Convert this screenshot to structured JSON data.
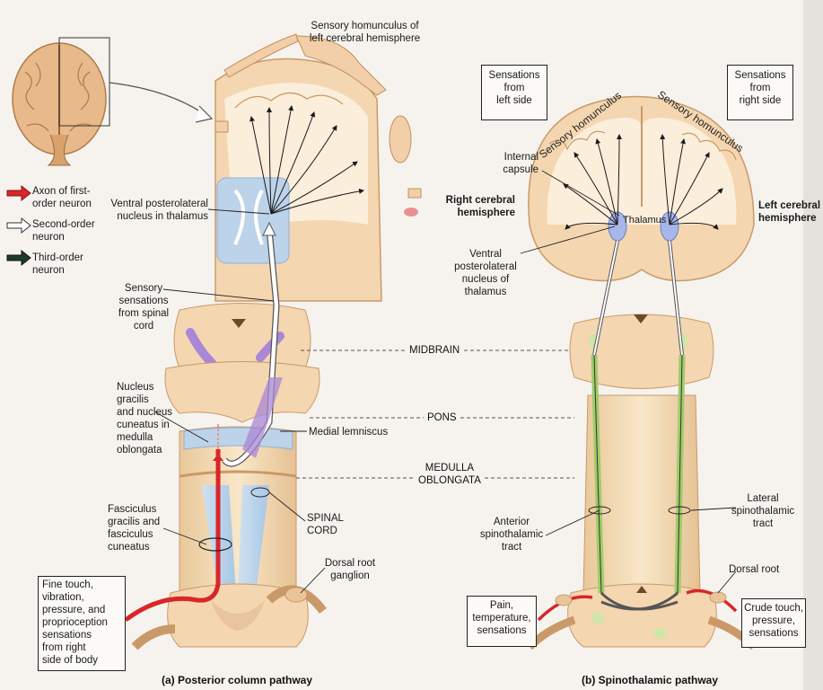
{
  "legend": {
    "first_order": "Axon of first-\norder neuron",
    "second_order": "Second-order\nneuron",
    "third_order": "Third-order\nneuron",
    "colors": {
      "first": "#d8262a",
      "second": "#ffffff",
      "third": "#1f3a2a"
    }
  },
  "left": {
    "sensory_homunculus_left": "Sensory homunculus of\nleft cerebral hemisphere",
    "vpl_nucleus": "Ventral posterolateral\nnucleus in thalamus",
    "sensory_from_cord": "Sensory\nsensations\nfrom spinal\ncord",
    "nucleus_gracilis": "Nucleus\ngracilis\nand nucleus\ncuneatus in\nmedulla\noblongata",
    "medial_lemniscus": "Medial lemniscus",
    "fasciculus": "Fasciculus\ngracilis and\nfasciculus\ncuneatus",
    "spinal_cord": "SPINAL\nCORD",
    "dorsal_root_ganglion": "Dorsal root\nganglion",
    "fine_touch_box": "Fine touch,\nvibration,\npressure, and\nproprioception\nsensations\nfrom right\nside of body",
    "caption": "(a) Posterior column pathway"
  },
  "levels": {
    "midbrain": "MIDBRAIN",
    "pons": "PONS",
    "medulla": "MEDULLA\nOBLONGATA"
  },
  "right": {
    "sens_left_box": "Sensations\nfrom\nleft side",
    "sens_right_box": "Sensations\nfrom\nright side",
    "homunculus_a": "Sensory homunculus",
    "homunculus_b": "Sensory homunculus",
    "internal_capsule": "Internal\ncapsule",
    "right_hemisphere": "Right cerebral\nhemisphere",
    "left_hemisphere": "Left cerebral\nhemisphere",
    "thalamus": "Thalamus",
    "vpl_nucleus": "Ventral\nposterolateral\nnucleus of\nthalamus",
    "lateral_tract": "Lateral\nspinothalamic\ntract",
    "anterior_tract": "Anterior\nspinothalamic\ntract",
    "dorsal_root": "Dorsal root",
    "pain_box": "Pain,\ntemperature,\nsensations",
    "crude_box": "Crude touch,\npressure,\nsensations",
    "caption": "(b) Spinothalamic pathway"
  }
}
